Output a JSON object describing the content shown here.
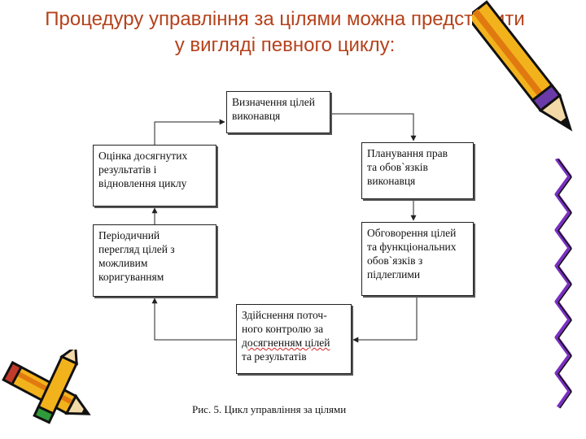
{
  "slide": {
    "title_lines": [
      "Процедуру управління за цілями можна представити",
      "у вигляді певного циклу:"
    ]
  },
  "diagram": {
    "boxes": {
      "define_goals": [
        "Визначення цілей",
        "виконавця"
      ],
      "plan_rights": [
        "Планування прав",
        "та обов`язків",
        "виконавця"
      ],
      "discuss_goals": [
        "Обговорення цілей",
        "та функціональних",
        "обов`язків з",
        "підлеглими"
      ],
      "current_control": [
        "Здійснення поточ-",
        "ного контролю за",
        "досягненням цілей",
        "та результатів"
      ],
      "periodic_review": [
        "Періодичний",
        "перегляд цілей з",
        "можливим",
        "коригуванням"
      ],
      "evaluate_results": [
        "Оцінка досягнутих",
        "результатів і",
        "відновлення циклу"
      ]
    },
    "caption": "Рис. 5. Цикл управління за цілями"
  },
  "decorations": {
    "icons": [
      "pencil-icon-top-right",
      "pencil-icon-bottom-left",
      "zigzag-line-icon"
    ]
  }
}
